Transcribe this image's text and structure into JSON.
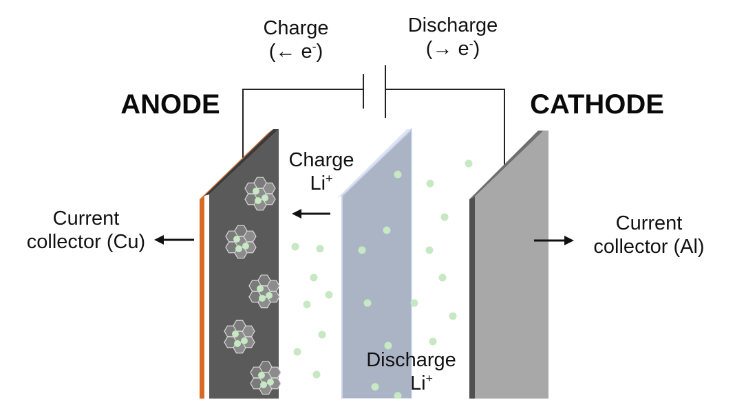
{
  "charge_label": {
    "line1": "Charge",
    "line2_pre": "(",
    "arrow": "←",
    "line2_post": " e",
    "sup": "-",
    "close": ")"
  },
  "discharge_label": {
    "line1": "Discharge",
    "line2_pre": "(",
    "arrow": "→",
    "line2_post": " e",
    "sup": "-",
    "close": ")"
  },
  "anode_label": "ANODE",
  "cathode_label": "CATHODE",
  "left_collector": {
    "line1": "Current",
    "line2": "collector (Cu)"
  },
  "right_collector": {
    "line1": "Current",
    "line2": "collector (Al)"
  },
  "li_charge": {
    "line1": "Charge",
    "line2": "Li",
    "sup": "+"
  },
  "li_discharge": {
    "line1": "Discharge",
    "line2": "Li",
    "sup": "+"
  },
  "colors": {
    "copper": "#d86a26",
    "anode_body": "#5a5a5a",
    "separator": "#aab4c4",
    "cathode_body": "#a8a8a8",
    "li_ion": "#c6e8c2",
    "graphite": "#8c8c8c"
  }
}
